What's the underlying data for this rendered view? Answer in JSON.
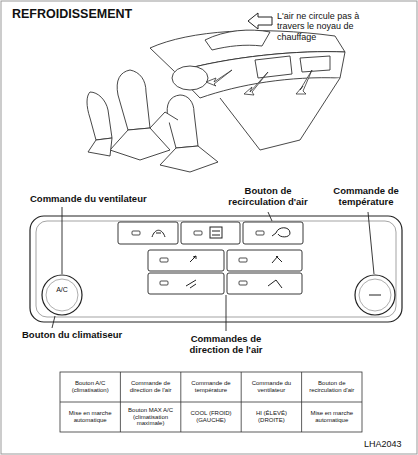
{
  "diagram": {
    "title": "REFROIDISSEMENT",
    "labels": [
      "L'air ne circule pas à travers le noyau de chauffage",
      "Commande du ventilateur",
      "Bouton de recirculation d'air",
      "Commande de température",
      "Bouton du climatiseur",
      "Commandes de direction de l'air",
      "A/C",
      "Bouton A/C (climatisation)",
      "Commande de direction de l'air",
      "Commande de température",
      "Commande du ventilateur",
      "Bouton de recirculation d'air",
      "Mise en marche automatique",
      "Bouton MAX A/C (climatisation maximale)",
      "COOL (FROID) (GAUCHE)",
      "HI (ÉLEVÉ) (DROITE)",
      "Mise en marche automatique",
      "LHA2043"
    ]
  }
}
